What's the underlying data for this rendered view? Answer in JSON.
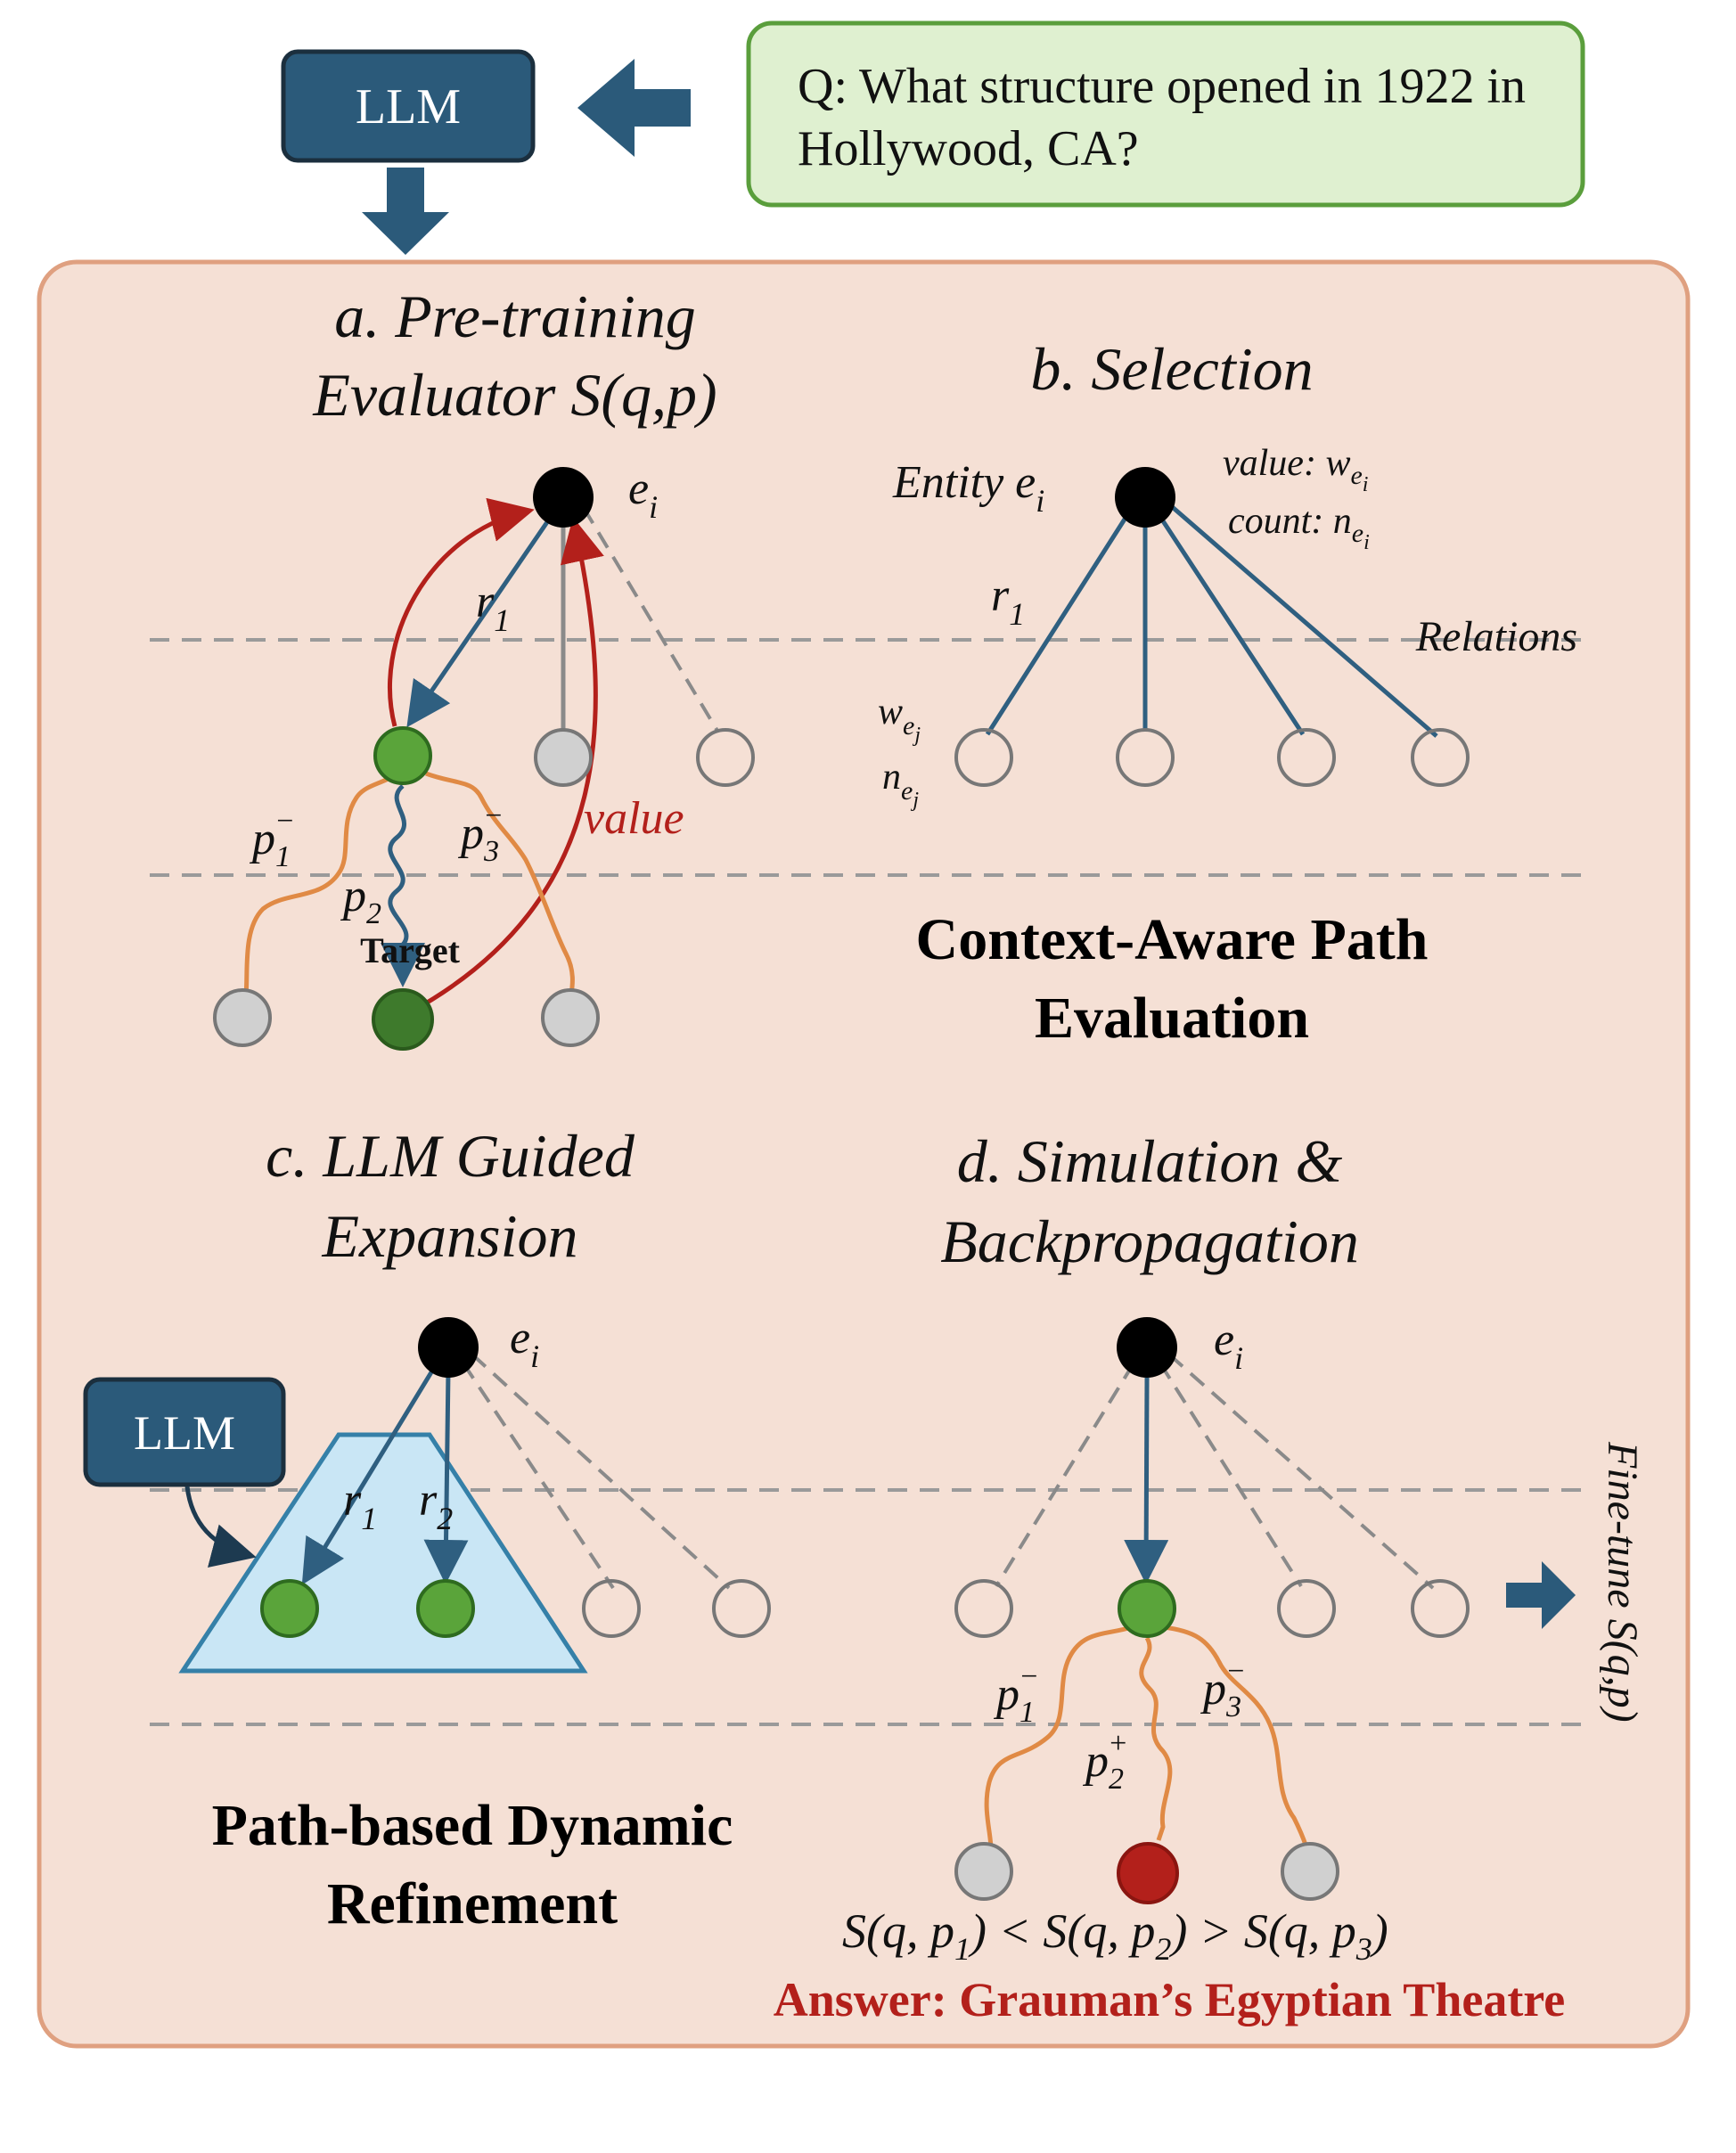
{
  "top": {
    "llm_label": "LLM",
    "question": [
      "Q: What structure opened in 1922 in",
      "Hollywood, CA?"
    ]
  },
  "panel_a": {
    "title_line1": "a. Pre-training",
    "title_line2": "Evaluator S(q,p)",
    "entity": "e",
    "entity_sub": "i",
    "r1": "r",
    "r1_sub": "1",
    "p1": "p",
    "p1_sub": "1",
    "p1_sup": "−",
    "p2": "p",
    "p2_sub": "2",
    "p3": "p",
    "p3_sub": "3",
    "p3_sup": "−",
    "value": "value",
    "target": "Target"
  },
  "panel_b": {
    "title": "b. Selection",
    "entity_label": "Entity e",
    "entity_sub": "i",
    "value_label": "value: w",
    "value_sub": "e",
    "value_subsub": "i",
    "count_label": "count: n",
    "count_sub": "e",
    "count_subsub": "i",
    "r1": "r",
    "r1_sub": "1",
    "relations": "Relations",
    "w_label": "w",
    "w_sub": "e",
    "w_subsub": "j",
    "n_label": "n",
    "n_sub": "e",
    "n_subsub": "j"
  },
  "section_eval": [
    "Context-Aware Path",
    "Evaluation"
  ],
  "panel_c": {
    "title_line1": "c. LLM Guided",
    "title_line2": "Expansion",
    "llm_label": "LLM",
    "entity": "e",
    "entity_sub": "i",
    "r1": "r",
    "r1_sub": "1",
    "r2": "r",
    "r2_sub": "2"
  },
  "panel_d": {
    "title_line1": "d. Simulation &",
    "title_line2": "Backpropagation",
    "entity": "e",
    "entity_sub": "i",
    "p1": "p",
    "p1_sub": "1",
    "p1_sup": "−",
    "p2": "p",
    "p2_sub": "2",
    "p2_sup": "+",
    "p3": "p",
    "p3_sub": "3",
    "p3_sup": "−",
    "finetune": "Fine-tune S(q,p)",
    "inequality": "S(q, p",
    "answer": "Answer: Grauman’s Egyptian Theatre"
  },
  "section_refine": [
    "Path-based Dynamic",
    "Refinement"
  ],
  "colors": {
    "dark_blue": "#2b5a7a",
    "green_box": "#dff0d0",
    "green_border": "#5a9e3c",
    "panel_bg": "#f5e0d5",
    "panel_border": "#dfa080",
    "node_green": "#5aa43a",
    "node_dark_green": "#3e7a2c",
    "node_red": "#b3201b",
    "node_grey": "#d0d0d0",
    "edge_blue": "#2f5f80",
    "edge_red": "#b3201b",
    "edge_orange": "#e08a45",
    "trapezoid": "#c9e6f5"
  }
}
